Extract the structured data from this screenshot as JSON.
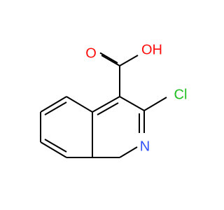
{
  "colors": {
    "bond": "#000000",
    "oxygen": "#ff0d0d",
    "nitrogen": "#3050f8",
    "chlorine": "#1fc01f"
  },
  "atoms": {
    "carbonyl_o": "O",
    "hydroxyl": "OH",
    "chlorine": "Cl",
    "nitrogen": "N"
  }
}
